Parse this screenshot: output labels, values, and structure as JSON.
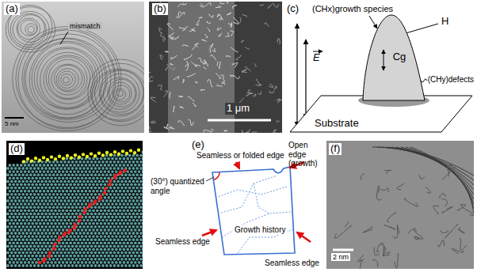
{
  "diagram": {
    "nodes": [
      {
        "text": [
          "Cg"
        ]
      },
      {
        "text": [
          "Substrate"
        ]
      }
    ],
    "labels": [
      "(a)",
      "mismatch",
      "5 nm",
      "(b)",
      "1 μm",
      "(c)",
      "(CHx)growth species",
      "H",
      "(CHy)defects",
      "E",
      "(d)",
      "(e)",
      "Seamless or folded edge",
      "Open edge (growth)",
      "(30°) quantized angle",
      "Seamless edge",
      "Growth history",
      "Seamless edge",
      "(f)",
      "2 nm"
    ]
  }
}
